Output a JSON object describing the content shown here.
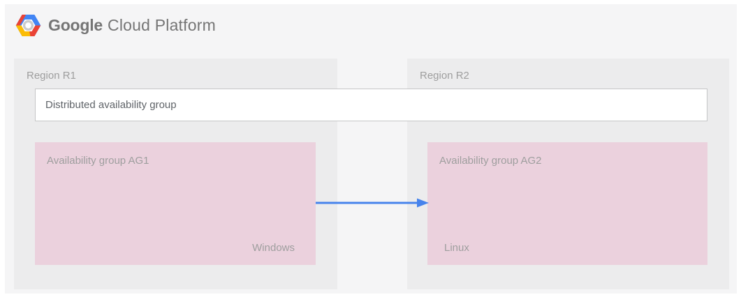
{
  "header": {
    "logo": "google-cloud-platform-hexagon",
    "brand": {
      "primary": "Google",
      "secondary": "Cloud Platform"
    }
  },
  "diagram": {
    "distributed_group": {
      "label": "Distributed availability group"
    },
    "regions": [
      {
        "label": "Region R1",
        "availability_group": {
          "label": "Availability group AG1",
          "os_label": "Windows"
        }
      },
      {
        "label": "Region R2",
        "availability_group": {
          "label": "Availability group AG2",
          "os_label": "Linux"
        }
      }
    ],
    "arrow": {
      "direction": "left-to-right",
      "color": "#4683ec"
    }
  },
  "colors": {
    "panel_bg": "#f5f5f6",
    "region_bg": "#ececed",
    "ag_bg": "#ebd1dd",
    "arrow_blue": "#4683ec",
    "label_gray": "#9e9e9e",
    "distributed_text": "#5f6368",
    "brand_gray": "#757575",
    "logo_blue": "#4285f4",
    "logo_red": "#ea4335",
    "logo_yellow": "#fbbc05"
  }
}
